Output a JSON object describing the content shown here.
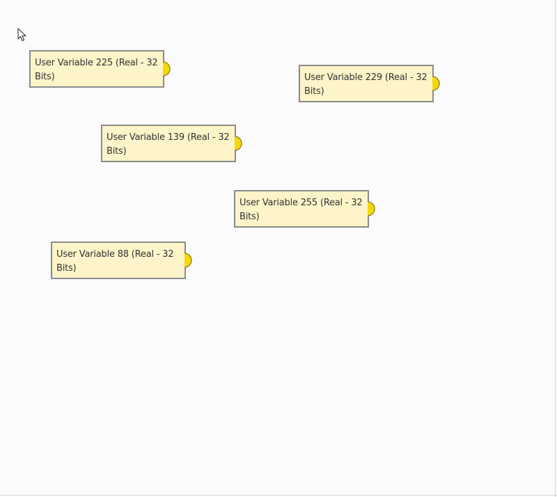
{
  "canvas": {
    "background": "#fbfafc"
  },
  "node_style": {
    "fill": "#fdf4c9",
    "border": "#8a8a8a",
    "port_fill": "#f5d80a",
    "port_stroke": "#9a8a30",
    "port_icon": "output-port-icon"
  },
  "cursor": {
    "icon": "mouse-pointer-icon"
  },
  "nodes": [
    {
      "id": "n225",
      "label": "User Variable 225 (Real - 32 Bits)"
    },
    {
      "id": "n229",
      "label": "User Variable 229 (Real - 32 Bits)"
    },
    {
      "id": "n139",
      "label": "User Variable 139 (Real - 32 Bits)"
    },
    {
      "id": "n255",
      "label": "User Variable 255 (Real - 32 Bits)"
    },
    {
      "id": "n88",
      "label": "User Variable 88 (Real - 32 Bits)"
    }
  ]
}
